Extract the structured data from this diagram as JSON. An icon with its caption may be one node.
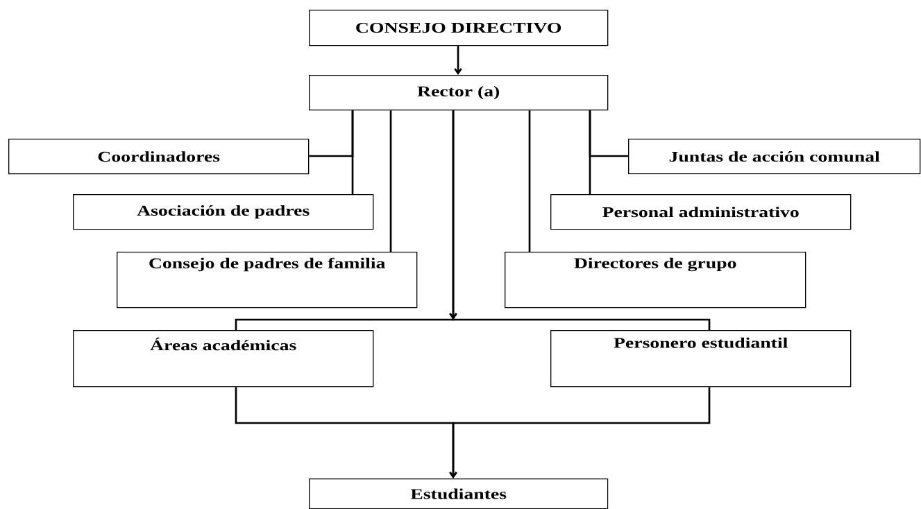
{
  "diagram": {
    "nodes": [
      {
        "text": [
          "CONSEJO DIRECTIVO"
        ]
      },
      {
        "text": [
          "Rector (a)"
        ]
      },
      {
        "text": [
          "Coordinadores"
        ]
      },
      {
        "text": [
          "Juntas de acción comunal"
        ]
      },
      {
        "text": [
          "Asociación de padres"
        ]
      },
      {
        "text": [
          "Personal administrativo"
        ]
      },
      {
        "text": [
          "Consejo de padres de familia"
        ]
      },
      {
        "text": [
          "Directores de grupo"
        ]
      },
      {
        "text": [
          "Áreas académicas"
        ]
      },
      {
        "text": [
          "Personero estudiantil"
        ]
      },
      {
        "text": [
          "Estudiantes"
        ]
      }
    ],
    "edges": [
      {
        "from": 0,
        "to": 1,
        "arrow": "to"
      },
      {
        "from": 1,
        "to": 2,
        "arrow": "none"
      },
      {
        "from": 1,
        "to": 4,
        "arrow": "none"
      },
      {
        "from": 1,
        "to": 6,
        "arrow": "none"
      },
      {
        "from": 1,
        "to": 7,
        "arrow": "none"
      },
      {
        "from": 1,
        "to": 5,
        "arrow": "none"
      },
      {
        "from": 1,
        "to": 3,
        "arrow": "none"
      },
      {
        "from": 1,
        "to": 8,
        "arrow": "to"
      },
      {
        "from": 1,
        "to": 9,
        "arrow": "to"
      },
      {
        "from": 8,
        "to": 10,
        "arrow": "to"
      },
      {
        "from": 9,
        "to": 10,
        "arrow": "to"
      }
    ]
  }
}
